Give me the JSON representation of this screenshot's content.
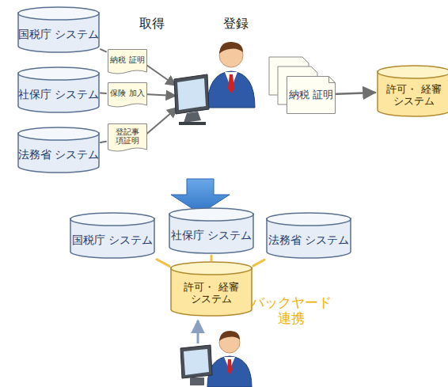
{
  "diagram": {
    "nodes": [
      {
        "text": [
          "国税庁 システム"
        ]
      },
      {
        "text": [
          "納税 証明"
        ]
      },
      {
        "text": [
          "社保庁 システム"
        ]
      },
      {
        "text": [
          "保険 加入"
        ]
      },
      {
        "text": [
          "法務省 システム"
        ]
      },
      {
        "text": [
          "登記事 項証明"
        ]
      },
      {
        "text": [
          "納税 証明"
        ]
      },
      {
        "text": [
          "許可・ 経審 システム"
        ]
      },
      {
        "text": [
          "国税庁 システム"
        ]
      },
      {
        "text": [
          "社保庁 システム"
        ]
      },
      {
        "text": [
          "法務省 システム"
        ]
      },
      {
        "text": [
          "許可・ 経審 システム"
        ]
      }
    ],
    "edges": [
      {
        "from": 0,
        "to": 1,
        "arrow": "none"
      },
      {
        "from": 2,
        "to": 3,
        "arrow": "none"
      },
      {
        "from": 4,
        "to": 5,
        "arrow": "none"
      },
      {
        "from": 6,
        "to": 7,
        "arrow": "to"
      },
      {
        "from": 11,
        "to": 8,
        "arrow": "none"
      },
      {
        "from": 11,
        "to": 9,
        "arrow": "none"
      },
      {
        "from": 11,
        "to": 10,
        "arrow": "none"
      }
    ],
    "labels": [
      "取得",
      "登録",
      "バックヤード 連携"
    ]
  }
}
